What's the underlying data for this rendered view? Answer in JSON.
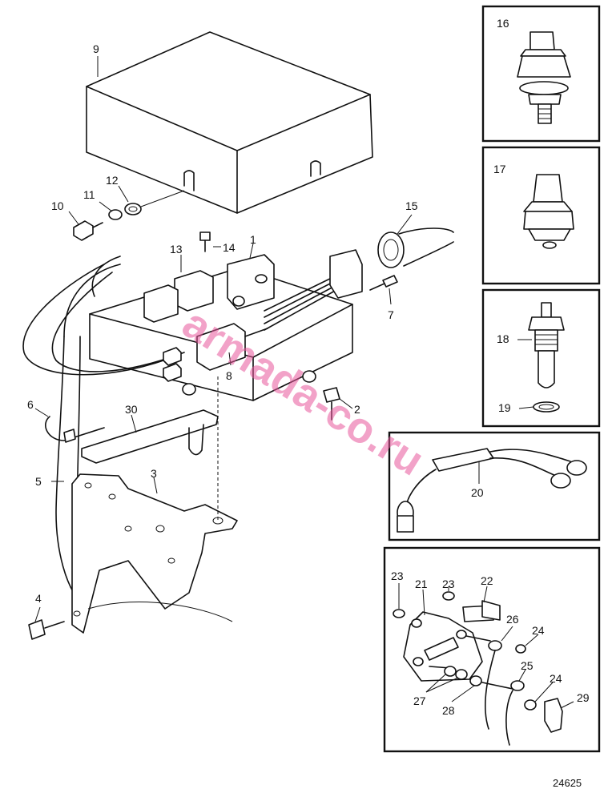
{
  "labels": {
    "l1": "1",
    "l2": "2",
    "l3": "3",
    "l4": "4",
    "l5": "5",
    "l6": "6",
    "l7": "7",
    "l8": "8",
    "l9": "9",
    "l10": "10",
    "l11": "11",
    "l12": "12",
    "l13": "13",
    "l14": "14",
    "l15": "15",
    "l16": "16",
    "l17": "17",
    "l18": "18",
    "l19": "19",
    "l20": "20",
    "l21": "21",
    "l22": "22",
    "l23a": "23",
    "l23b": "23",
    "l24a": "24",
    "l24b": "24",
    "l25": "25",
    "l26": "26",
    "l27": "27",
    "l28": "28",
    "l29": "29",
    "l30": "30"
  },
  "watermark": "armada-co.ru",
  "figure_number": "24625"
}
